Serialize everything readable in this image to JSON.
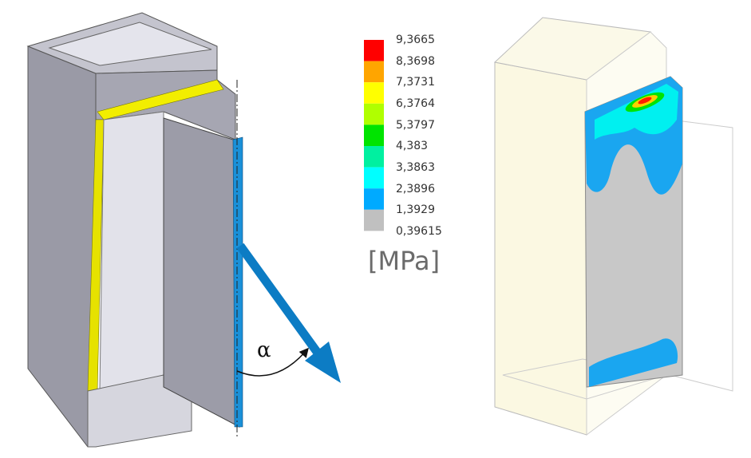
{
  "legend": {
    "unit": "[MPa]",
    "labels": [
      "9,3665",
      "8,3698",
      "7,3731",
      "6,3764",
      "5,3797",
      "4,383",
      "3,3863",
      "2,3896",
      "1,3929",
      "0,39615"
    ],
    "colors": [
      "#ff0000",
      "#ffa500",
      "#ffff00",
      "#b0ff00",
      "#00e400",
      "#00f0a0",
      "#00ffff",
      "#00aaff",
      "#c0c0c0"
    ]
  },
  "diagram": {
    "angle_label": "α",
    "body_color": "#a9a9b3",
    "weld_color": "#f2ee00",
    "arrow_color": "#0c7cc4"
  }
}
